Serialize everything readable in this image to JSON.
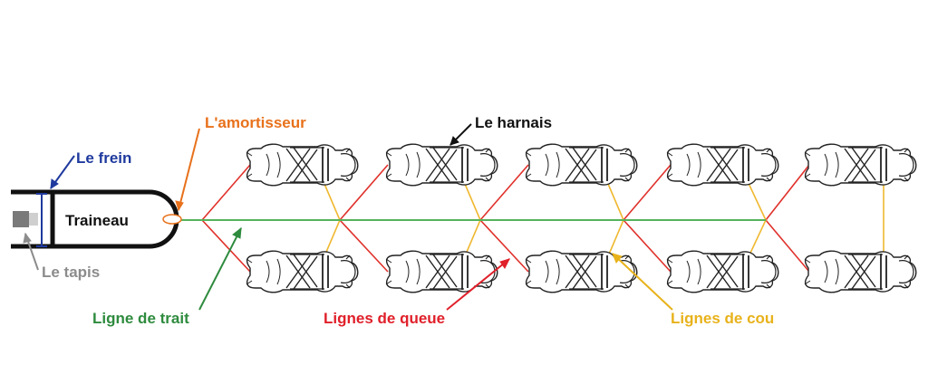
{
  "sled": {
    "label": "Traineau"
  },
  "labels": {
    "brake": {
      "text": "Le frein",
      "color": "#1f3a9e"
    },
    "mat": {
      "text": "Le tapis",
      "color": "#8c8c8c"
    },
    "shock": {
      "text": "L'amortisseur",
      "color": "#e8711b"
    },
    "harness": {
      "text": "Le harnais",
      "color": "#111111"
    },
    "gangline": {
      "text": "Ligne de trait",
      "color": "#2e8b3e"
    },
    "tuglines": {
      "text": "Lignes de queue",
      "color": "#e0202a"
    },
    "necklines": {
      "text": "Lignes de cou",
      "color": "#e8b21b"
    }
  },
  "line_colors": {
    "gangline": "#55b35a",
    "tugline": "#e0302a",
    "neckline": "#f0b830"
  },
  "team": {
    "pairs": 5,
    "dog_icon": "sled-dog-icon"
  }
}
